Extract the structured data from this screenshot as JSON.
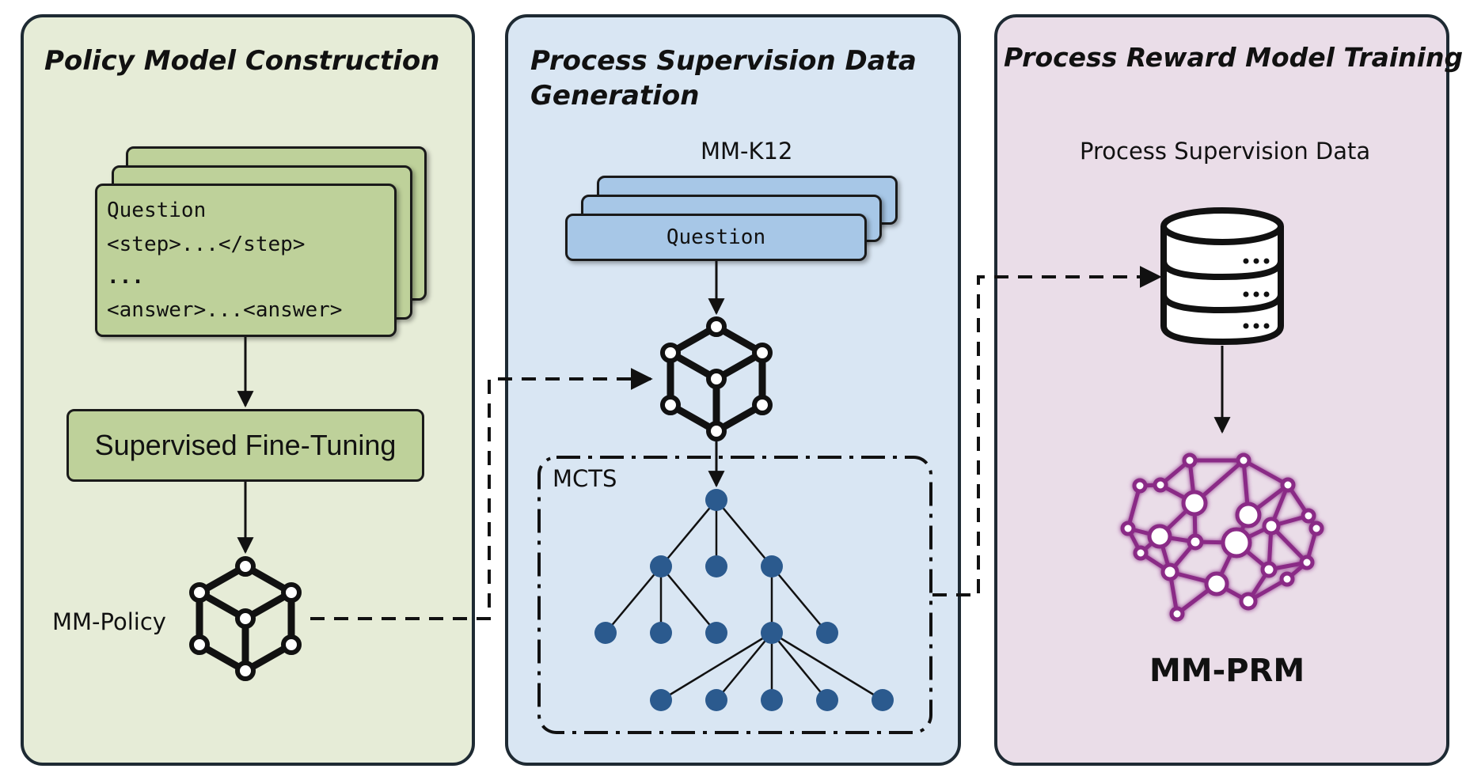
{
  "panels": {
    "policy": {
      "title": "Policy Model Construction",
      "card_lines": [
        "Question",
        "<step>...</step>",
        "...",
        "<answer>...<answer>"
      ],
      "sft_label": "Supervised Fine-Tuning",
      "policy_label": "MM-Policy"
    },
    "data_generation": {
      "title_line1": "Process Supervision Data",
      "title_line2": "Generation",
      "dataset_label": "MM-K12",
      "card_label": "Question",
      "mcts_label": "MCTS"
    },
    "prm": {
      "title": "Process Reward Model Training",
      "data_label": "Process Supervision Data",
      "model_label": "MM-PRM"
    }
  },
  "icons": [
    "cube-network-icon",
    "database-icon",
    "brain-network-icon",
    "tree-icon"
  ],
  "colors": {
    "policy_panel_bg": "#e6ecd7",
    "data_panel_bg": "#d9e6f3",
    "prm_panel_bg": "#eadde8",
    "green_card": "#bed19a",
    "blue_card": "#a7c7e7",
    "tree_node": "#2b5a8e",
    "brain": "#8a2a86"
  }
}
